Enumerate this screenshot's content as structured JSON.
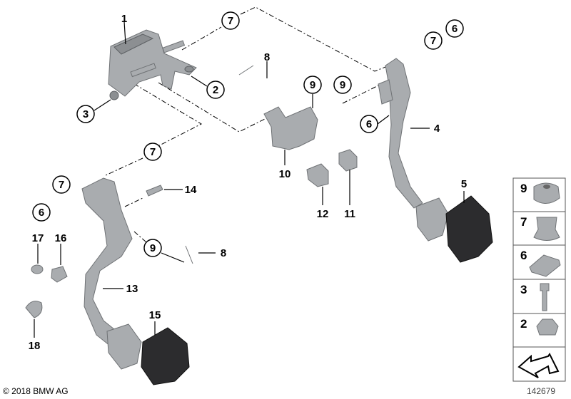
{
  "diagram": {
    "callouts": [
      {
        "label": "1",
        "style": "plain"
      },
      {
        "label": "7",
        "style": "circled"
      },
      {
        "label": "2",
        "style": "circled"
      },
      {
        "label": "3",
        "style": "circled"
      },
      {
        "label": "8",
        "style": "plain"
      },
      {
        "label": "9",
        "style": "circled"
      },
      {
        "label": "9",
        "style": "circled"
      },
      {
        "label": "7",
        "style": "circled"
      },
      {
        "label": "6",
        "style": "circled"
      },
      {
        "label": "6",
        "style": "circled"
      },
      {
        "label": "4",
        "style": "plain"
      },
      {
        "label": "10",
        "style": "plain"
      },
      {
        "label": "7",
        "style": "circled"
      },
      {
        "label": "7",
        "style": "circled"
      },
      {
        "label": "6",
        "style": "circled"
      },
      {
        "label": "14",
        "style": "plain"
      },
      {
        "label": "12",
        "style": "plain"
      },
      {
        "label": "11",
        "style": "plain"
      },
      {
        "label": "5",
        "style": "plain"
      },
      {
        "label": "9",
        "style": "circled"
      },
      {
        "label": "8",
        "style": "plain"
      },
      {
        "label": "17",
        "style": "plain"
      },
      {
        "label": "16",
        "style": "plain"
      },
      {
        "label": "13",
        "style": "plain"
      },
      {
        "label": "18",
        "style": "plain"
      },
      {
        "label": "15",
        "style": "plain"
      }
    ],
    "legend_panel": [
      {
        "label": "9",
        "part": "bushing"
      },
      {
        "label": "7",
        "part": "bearing-sleeve"
      },
      {
        "label": "6",
        "part": "clip"
      },
      {
        "label": "3",
        "part": "bolt"
      },
      {
        "label": "2",
        "part": "hex-nut"
      },
      {
        "label": "",
        "part": "direction-arrow"
      }
    ],
    "copyright": "© 2018 BMW AG",
    "diagram_number": "142679",
    "colors": {
      "part": "#a9acaf",
      "pad": "#2c2c2e",
      "line": "#000000"
    }
  }
}
